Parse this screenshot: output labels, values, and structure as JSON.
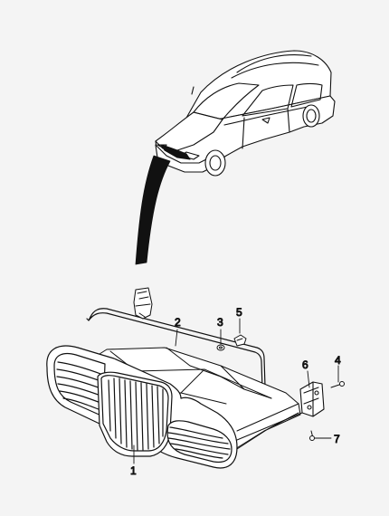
{
  "diagram": {
    "callouts": [
      {
        "id": "grille",
        "label": "1"
      },
      {
        "id": "upper-bar",
        "label": "2"
      },
      {
        "id": "nut",
        "label": "3"
      },
      {
        "id": "screw-right",
        "label": "4"
      },
      {
        "id": "clip",
        "label": "5"
      },
      {
        "id": "bracket",
        "label": "6"
      },
      {
        "id": "screw-bottom",
        "label": "7"
      }
    ],
    "colors": {
      "line": "#111111",
      "background": "#f4f4f4",
      "car_fill": "#ffffff",
      "pointer_fill": "#111111"
    }
  }
}
